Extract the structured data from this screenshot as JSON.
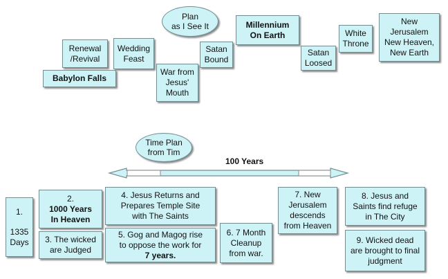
{
  "top": {
    "plan_label": "Plan\nas I See It",
    "babylon": "Babylon Falls",
    "renewal": "Renewal\n/Revival",
    "wedding": "Wedding\nFeast",
    "war": "War from\nJesus'\nMouth",
    "satan_bound": "Satan\nBound",
    "millennium": "Millennium\nOn Earth",
    "satan_loosed": "Satan\nLoosed",
    "white_throne": "White\nThrone",
    "new_jerusalem": "New\nJerusalem\nNew Heaven,\nNew Earth"
  },
  "bottom": {
    "time_plan_label": "Time Plan\nfrom Tim",
    "years_label": "100 Years",
    "box1_num": "1.",
    "box1_text": "1335\nDays",
    "box2_num": "2.",
    "box2_text": "1000 Years\nIn Heaven",
    "box3": "3. The wicked\nare Judged",
    "box4": "4.  Jesus Returns and\nPrepares Temple Site\nwith The Saints",
    "box5_line": "5.  Gog and Magog rise\nto oppose the work for",
    "box5_years": "7 years.",
    "box6": "6.  7 Month\nCleanup\nfrom war.",
    "box7": "7.  New\nJerusalem\ndescends\nfrom Heaven",
    "box8": "8.  Jesus and\nSaints find refuge\nin The City",
    "box9": "9. Wicked dead\nare brought to final\njudgment"
  },
  "colors": {
    "box_fill": "#cdf3f7",
    "box_border": "#6f8f94",
    "arrow_fill": "#cdf3f7"
  }
}
